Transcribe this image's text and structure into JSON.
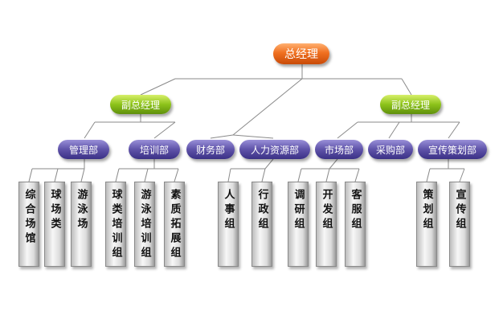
{
  "top": {
    "label": "总经理"
  },
  "vps": [
    {
      "label": "副总经理"
    },
    {
      "label": "副总经理"
    }
  ],
  "departments": [
    {
      "label": "管理部"
    },
    {
      "label": "培训部"
    },
    {
      "label": "财务部"
    },
    {
      "label": "人力资源部"
    },
    {
      "label": "市场部"
    },
    {
      "label": "采购部"
    },
    {
      "label": "宣传策划部"
    }
  ],
  "teams": [
    {
      "label": "综合场馆"
    },
    {
      "label": "球场类"
    },
    {
      "label": "游泳场"
    },
    {
      "label": "球类培训组"
    },
    {
      "label": "游泳培训组"
    },
    {
      "label": "素质拓展组"
    },
    {
      "label": "人事组"
    },
    {
      "label": "行政组"
    },
    {
      "label": "调研组"
    },
    {
      "label": "开发组"
    },
    {
      "label": "客服组"
    },
    {
      "label": "策划组"
    },
    {
      "label": "宣传组"
    }
  ]
}
